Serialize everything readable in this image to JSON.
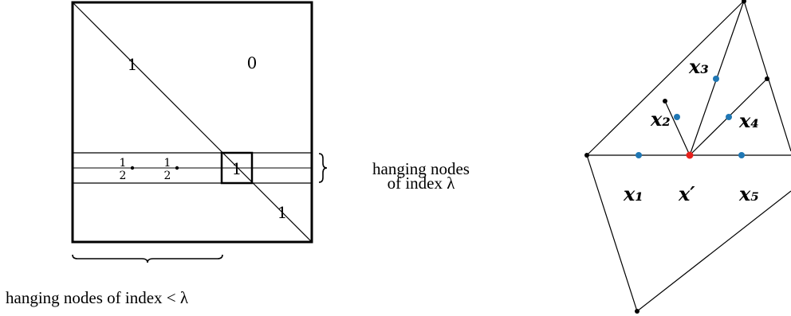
{
  "left_figure": {
    "region_label_upper": "1",
    "region_label_right": "0",
    "region_label_lower": "1",
    "diag_label_center": "1",
    "half_a_num": "1",
    "half_a_den": "2",
    "half_b_num": "1",
    "half_b_den": "2",
    "brace_caption_line1": "hanging nodes",
    "brace_caption_line2": "of index λ",
    "bottom_caption": "hanging nodes of index < λ"
  },
  "right_figure": {
    "labels": {
      "x1": "x₁",
      "x2": "x₂",
      "x3": "x₃",
      "x4": "x₄",
      "x5": "x₅",
      "xprime": "x′"
    },
    "colors": {
      "node_black": "#000000",
      "node_blue": "#1f77b4",
      "node_red": "#e8201c"
    }
  }
}
